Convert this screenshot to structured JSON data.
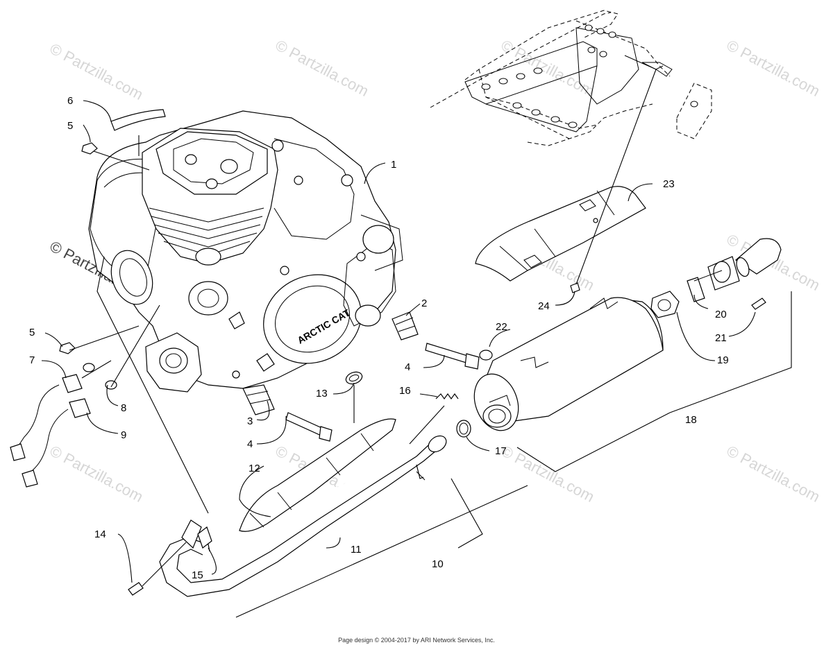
{
  "watermark": {
    "text": "© Partzilla.com",
    "color": "#d6d6d6",
    "prominent_color": "#444444"
  },
  "callouts": {
    "p1": "1",
    "p2": "2",
    "p3": "3",
    "p4a": "4",
    "p4b": "4",
    "p5a": "5",
    "p5b": "5",
    "p6": "6",
    "p7": "7",
    "p8": "8",
    "p9": "9",
    "p10": "10",
    "p11": "11",
    "p12": "12",
    "p13": "13",
    "p14": "14",
    "p15": "15",
    "p16": "16",
    "p17": "17",
    "p18": "18",
    "p19": "19",
    "p20": "20",
    "p21": "21",
    "p22": "22",
    "p23": "23",
    "p24": "24"
  },
  "engine": {
    "cover_logo": "ARCTIC CAT"
  },
  "footer": {
    "copyright": "Page design © 2004-2017 by ARI Network Services, Inc."
  }
}
